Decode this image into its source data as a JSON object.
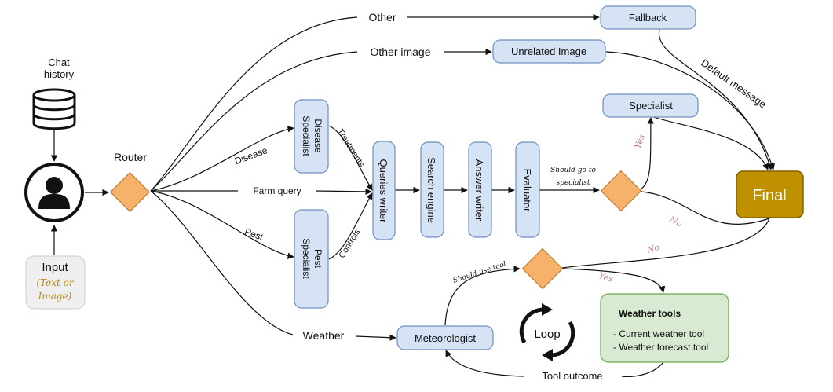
{
  "diagram": {
    "nodes": {
      "chat_history": "Chat history",
      "input": "Input",
      "input_sub": "(Text or Image)",
      "router": "Router",
      "fallback": "Fallback",
      "unrelated_image": "Unrelated Image",
      "disease_specialist": "Disease Specialist",
      "pest_specialist": "Pest Specialist",
      "queries_writer": "Queries writer",
      "search_engine": "Search engine",
      "answer_writer": "Answer writer",
      "evaluator": "Evaluator",
      "specialist": "Specialist",
      "final": "Final",
      "meteorologist": "Meteorologist",
      "loop": "Loop",
      "weather_tools_title": "Weather tools",
      "weather_tools_items": [
        "- Current weather tool",
        "- Weather forecast tool"
      ]
    },
    "edge_labels": {
      "other": "Other",
      "other_image": "Other image",
      "disease": "Disease",
      "farm_query": "Farm query",
      "pest": "Pest",
      "weather": "Weather",
      "treatments": "Treatments",
      "controls": "Controls",
      "default_message": "Default message",
      "should_go_to_specialist": "Should go to specialist",
      "yes_specialist": "Yes",
      "no_specialist": "No",
      "no_tool": "No",
      "should_use_tool": "Should use tool",
      "yes_tool": "Yes",
      "tool_outcome": "Tool outcome"
    },
    "colors": {
      "node_fill": "#d5e3f5",
      "node_stroke": "#6f8fbf",
      "decision_fill": "#f6b26b",
      "decision_stroke": "#c07a2c",
      "final_fill": "#bf9000",
      "final_stroke": "#7f6000",
      "tools_fill": "#d9ead3",
      "tools_stroke": "#6aa84f",
      "input_fill": "#efefef",
      "input_sub_color": "#b8860b",
      "yes_no_color": "#c27ba0"
    }
  }
}
